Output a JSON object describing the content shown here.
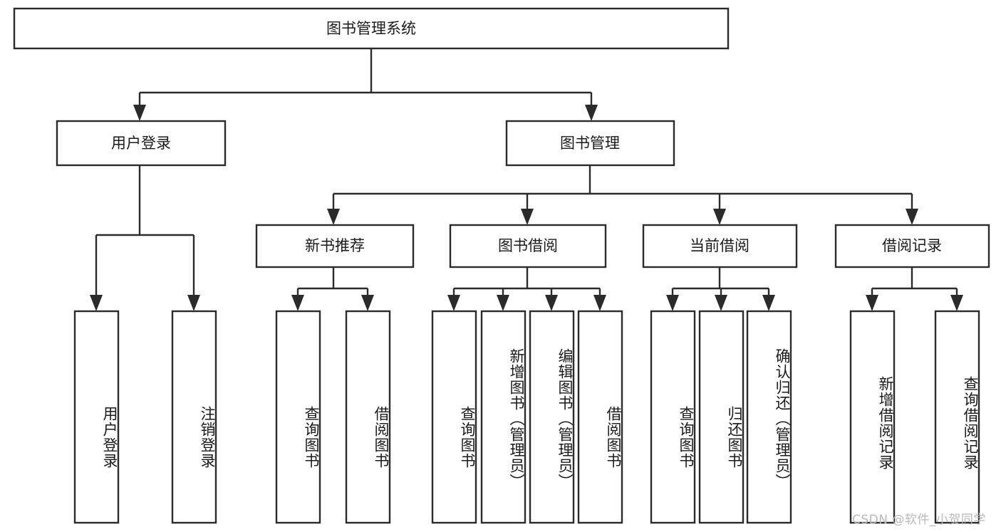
{
  "diagram": {
    "title": "图书管理系统",
    "type": "tree-hierarchy",
    "root": {
      "label": "图书管理系统"
    },
    "level2": [
      {
        "label": "用户登录"
      },
      {
        "label": "图书管理"
      }
    ],
    "level3": [
      {
        "label": "新书推荐"
      },
      {
        "label": "图书借阅"
      },
      {
        "label": "当前借阅"
      },
      {
        "label": "借阅记录"
      }
    ],
    "leaves": {
      "user_login": [
        {
          "label": "用户登录"
        },
        {
          "label": "注销登录"
        }
      ],
      "new_book_recommend": [
        {
          "label": "查询图书"
        },
        {
          "label": "借阅图书"
        }
      ],
      "book_borrow": [
        {
          "label": "查询图书"
        },
        {
          "label": "新增图书（管理员）"
        },
        {
          "label": "编辑图书（管理员）"
        },
        {
          "label": "借阅图书"
        }
      ],
      "current_borrow": [
        {
          "label": "查询图书"
        },
        {
          "label": "归还图书"
        },
        {
          "label": "确认归还（管理员）"
        }
      ],
      "borrow_records": [
        {
          "label": "新增借阅记录"
        },
        {
          "label": "查询借阅记录"
        }
      ]
    }
  },
  "watermark": {
    "text": "CSDN @软件_小贺同学"
  },
  "colors": {
    "stroke": "#2b2b2b",
    "box_fill": "#ffffff",
    "text": "#1a1a1a",
    "watermark": "#b9b9b9",
    "background": "#ffffff"
  }
}
